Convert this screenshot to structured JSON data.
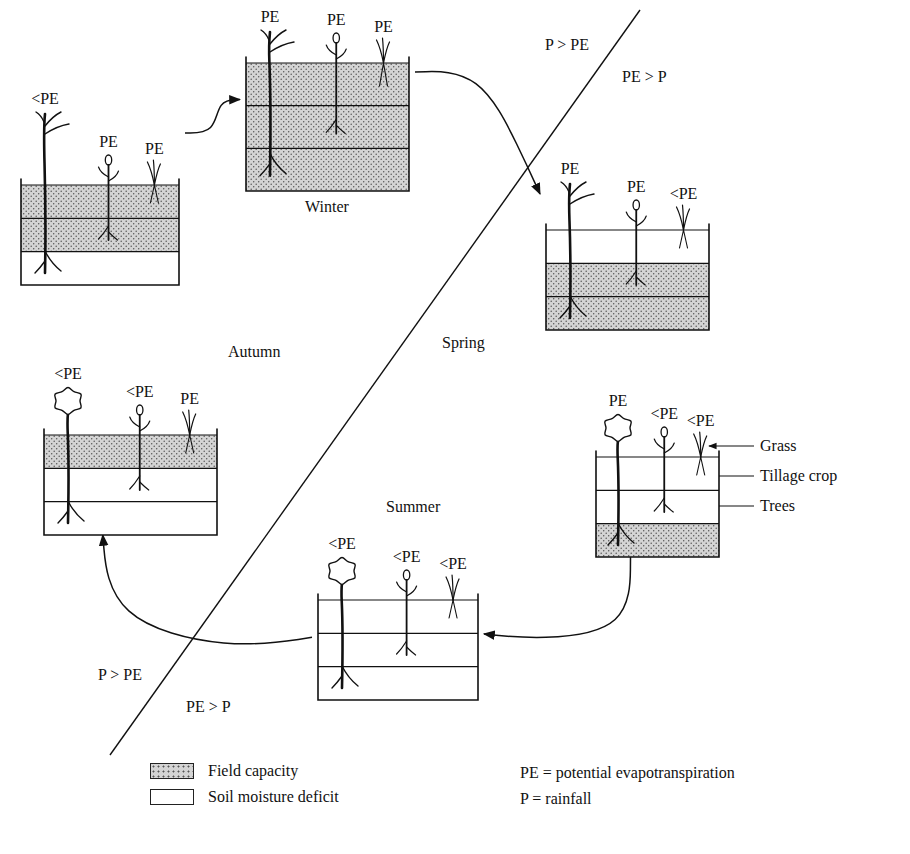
{
  "diagram": {
    "nodes": [
      {
        "text": [
          "PE",
          "PE",
          "PE"
        ]
      },
      {
        "text": [
          "<PE",
          "PE",
          "PE"
        ]
      },
      {
        "text": [
          "PE",
          "PE",
          "<PE"
        ]
      },
      {
        "text": [
          "<PE",
          "<PE",
          "PE"
        ]
      },
      {
        "text": [
          "PE",
          "<PE",
          "<PE"
        ]
      },
      {
        "text": [
          "<PE",
          "<PE",
          "<PE"
        ]
      }
    ],
    "edges": [
      {
        "from": 1,
        "to": 0,
        "arrow": "to"
      },
      {
        "from": 0,
        "to": 2,
        "arrow": "to"
      },
      {
        "from": 4,
        "to": 5,
        "arrow": "to"
      },
      {
        "from": 5,
        "to": 3,
        "arrow": "to"
      }
    ],
    "labels": [
      "P > PE",
      "PE > P",
      "Winter",
      "Spring",
      "Autumn",
      "Summer",
      "Grass",
      "Tillage crop",
      "Trees",
      "P > PE",
      "PE > P",
      "PE = potential evapotranspiration",
      "P = rainfall"
    ],
    "legend": [
      {
        "text": "Field capacity",
        "color": "#d4d4d4"
      },
      {
        "text": "Soil moisture deficit",
        "color": "#ffffff"
      }
    ]
  }
}
